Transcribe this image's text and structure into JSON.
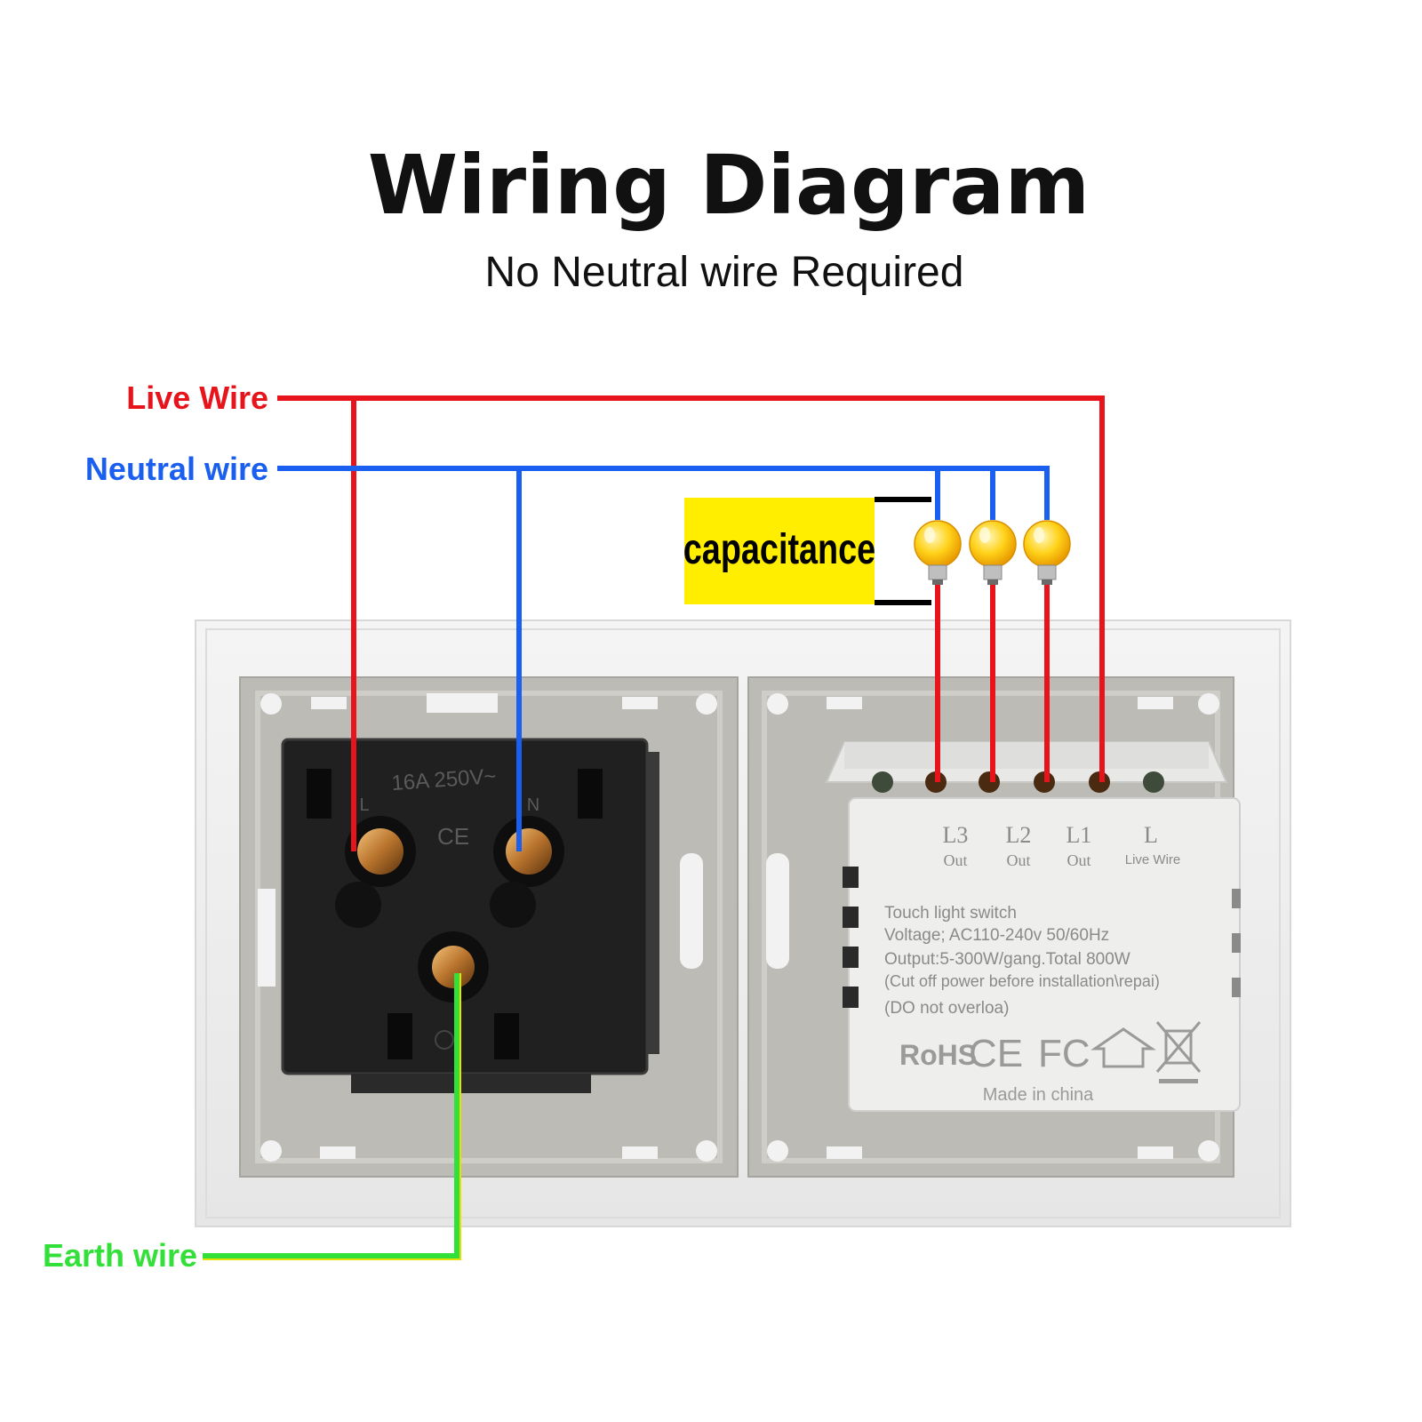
{
  "header": {
    "title": "Wiring Diagram",
    "subtitle": "No Neutral wire Required"
  },
  "wires": {
    "live_label": "Live Wire",
    "neutral_label": "Neutral wire",
    "earth_label": "Earth wire",
    "colors": {
      "live": "#e8141c",
      "neutral": "#1a5ff0",
      "earth": "#33e03a",
      "earth_stripe": "#e8e000"
    }
  },
  "capacitance": {
    "label": "capacitance",
    "color": "#ffee00"
  },
  "socket": {
    "rating": "16A 250V~",
    "live_mark": "L",
    "neutral_mark": "N",
    "ce_mark": "CE"
  },
  "module": {
    "terminals": [
      {
        "name": "L3",
        "sub": "Out"
      },
      {
        "name": "L2",
        "sub": "Out"
      },
      {
        "name": "L1",
        "sub": "Out"
      },
      {
        "name": "L",
        "sub": "Live Wire"
      }
    ],
    "spec_lines": [
      "Touch light switch",
      "Voltage; AC110-240v 50/60Hz",
      "Output:5-300W/gang.Total 800W",
      "(Cut off power before installation\\repai)",
      "(DO not overloa)"
    ],
    "cert_rohs": "RoHS",
    "cert_ce": "CE",
    "cert_fc": "FC",
    "made_in": "Made in china",
    "icons": [
      "home-icon",
      "weee-bin-icon"
    ]
  },
  "bulbs": {
    "count": 3,
    "color": "#ffd21a"
  }
}
